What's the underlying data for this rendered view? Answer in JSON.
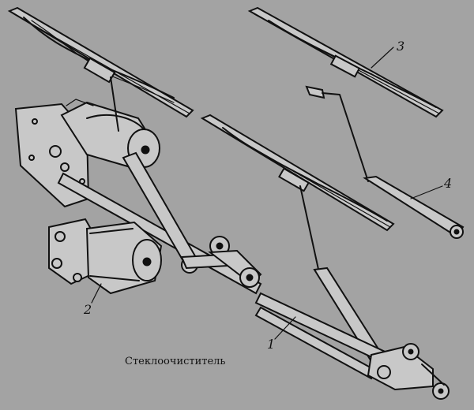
{
  "caption": "Стеклоочиститель",
  "callouts": {
    "c1": "1",
    "c2": "2",
    "c3": "3",
    "c4": "4"
  }
}
